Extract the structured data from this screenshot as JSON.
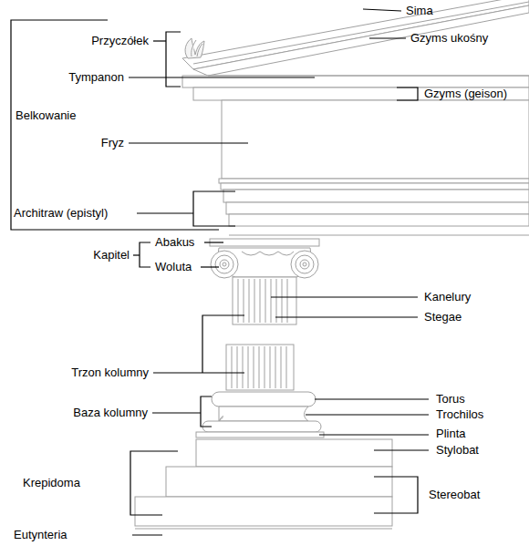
{
  "diagram": {
    "labels": [
      "Sima",
      "Gzyms ukośny",
      "Przyczółek",
      "Tympanon",
      "Gzyms (geison)",
      "Belkowanie",
      "Fryz",
      "Architraw (epistyl)",
      "Abakus",
      "Kapitel",
      "Woluta",
      "Kanelury",
      "Stegae",
      "Trzon kolumny",
      "Torus",
      "Baza kolumny",
      "Trochilos",
      "Plinta",
      "Stylobat",
      "Krepidoma",
      "Stereobat",
      "Eutynteria"
    ]
  }
}
